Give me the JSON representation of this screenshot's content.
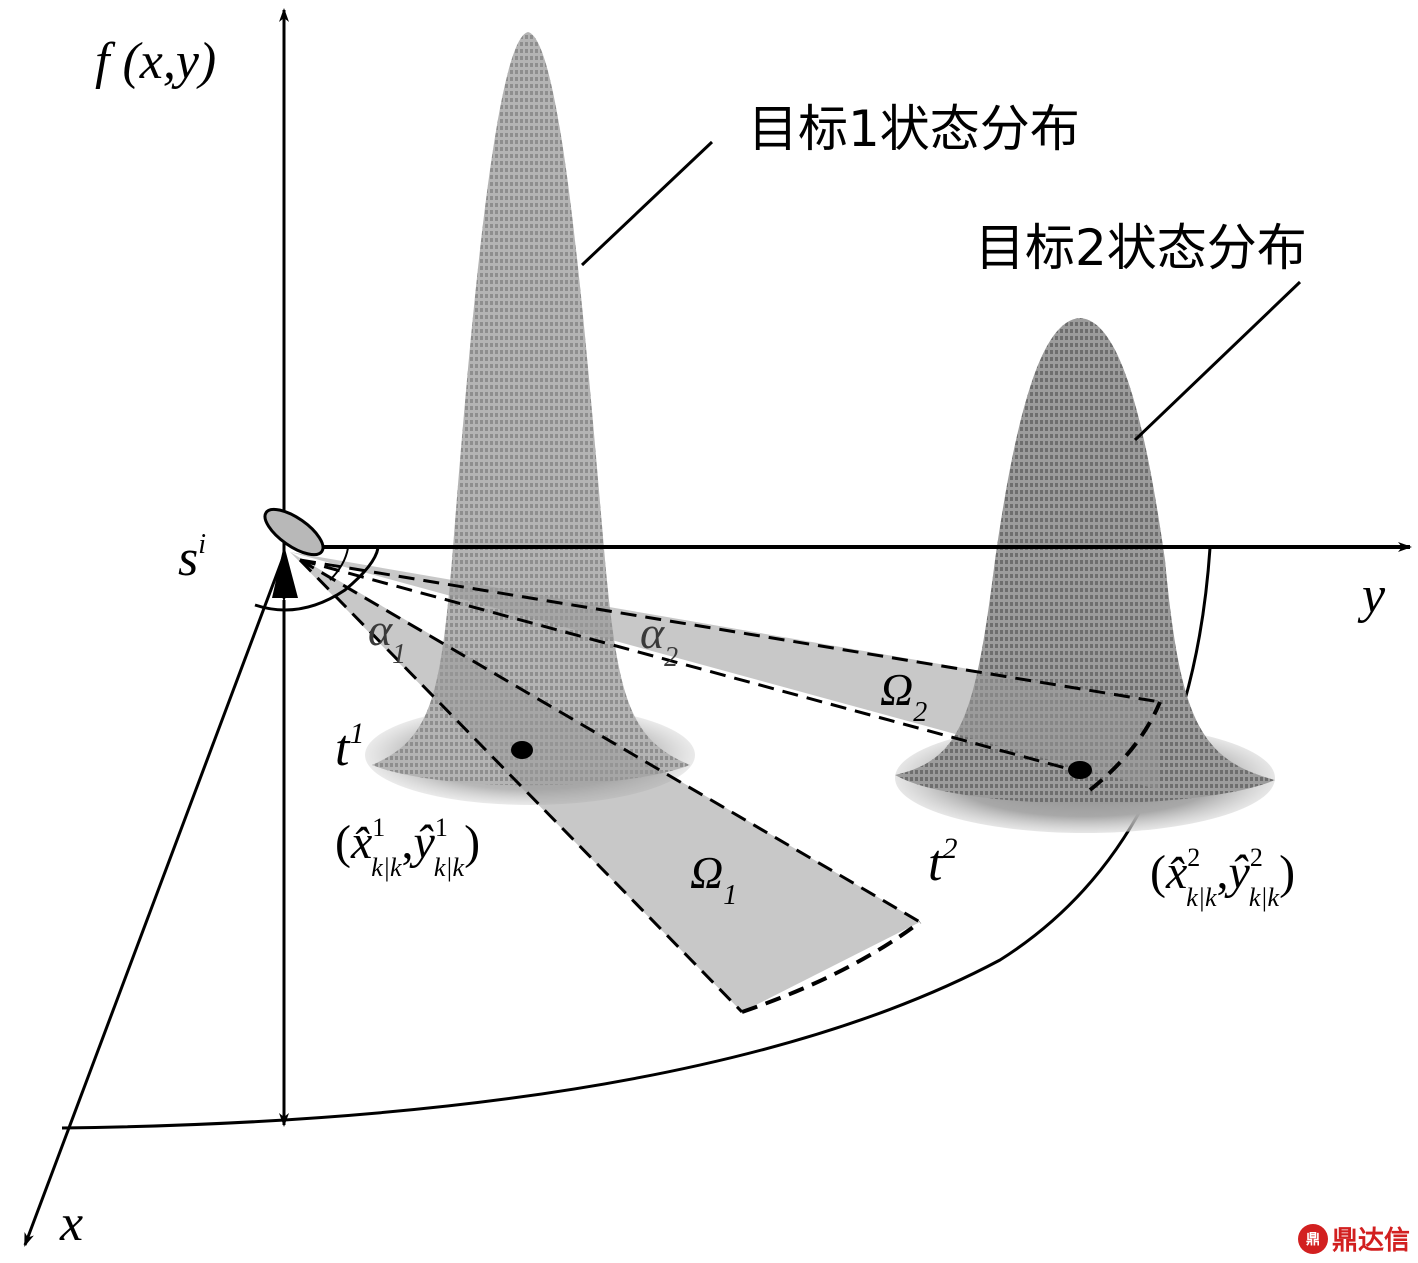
{
  "axes": {
    "f_label": "f (x,y)",
    "x_label": "x",
    "y_label": "y",
    "sensor_label": "s",
    "sensor_sup": "i"
  },
  "targets": [
    {
      "name": "目标1状态分布",
      "t_label": "t",
      "t_sup": "1",
      "alpha": "α",
      "alpha_sub": "1",
      "omega": "Ω",
      "omega_sub": "1",
      "est_open": "(",
      "est_x": "x̂",
      "est_sup": "1",
      "est_sub": "k|k",
      "est_comma": ",",
      "est_y": "ŷ",
      "est_close": ")"
    },
    {
      "name": "目标2状态分布",
      "t_label": "t",
      "t_sup": "2",
      "alpha": "α",
      "alpha_sub": "2",
      "omega": "Ω",
      "omega_sub": "2",
      "est_open": "(",
      "est_x": "x̂",
      "est_sup": "2",
      "est_sub": "k|k",
      "est_comma": ",",
      "est_y": "ŷ",
      "est_close": ")"
    }
  ],
  "watermark": {
    "logo": "鼎",
    "text": "鼎达信"
  },
  "colors": {
    "peak1": "#9a9a9a",
    "peak2": "#7e7e7e",
    "sector": "#b0b0b0",
    "line": "#000000"
  }
}
